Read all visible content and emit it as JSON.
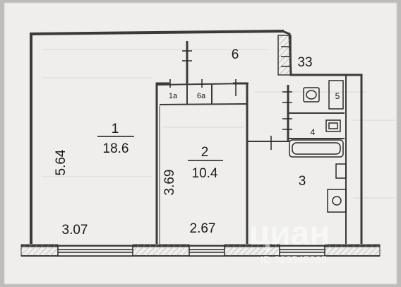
{
  "rooms": [
    {
      "number": "1",
      "area": "18.6"
    },
    {
      "number": "2",
      "area": "10.4"
    },
    {
      "number": "3"
    },
    {
      "number": "4"
    },
    {
      "number": "5"
    },
    {
      "number": "6"
    },
    {
      "number": "1a"
    },
    {
      "number": "6a"
    }
  ],
  "dimensions": {
    "room1_height": "5.64",
    "room1_width": "3.07",
    "room2_height": "3.69",
    "room2_width": "2.67",
    "wall_thickness": "33"
  },
  "watermark": {
    "brand": "циан",
    "id": "ID 328545865"
  },
  "colors": {
    "background": "#bdbcbb",
    "paper": "#efeeed",
    "wall": "#3a3a3a",
    "hatch": "#8a8a8a"
  }
}
